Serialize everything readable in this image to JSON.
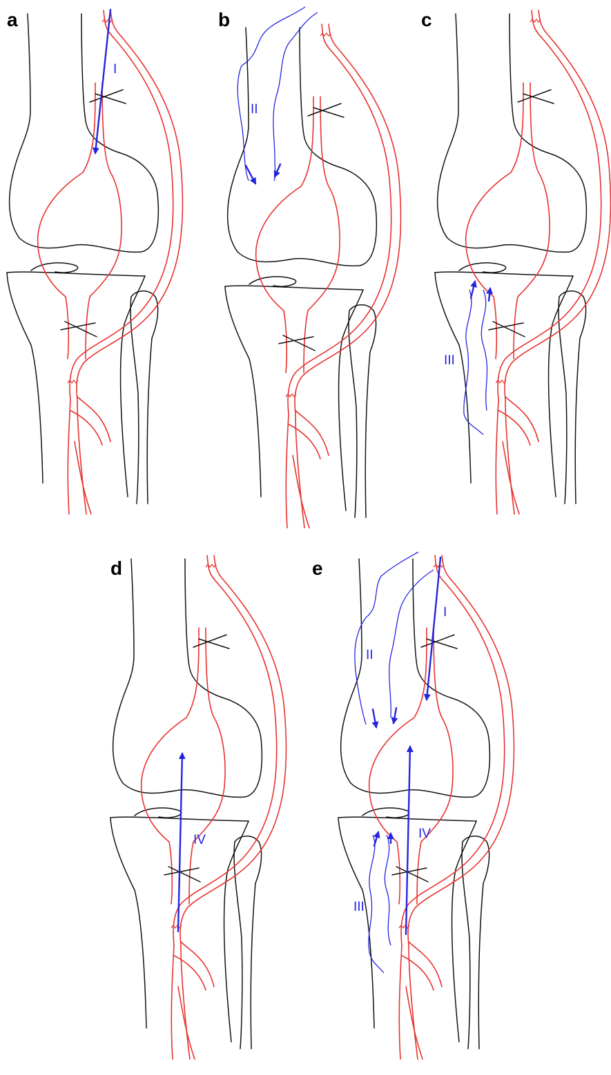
{
  "colors": {
    "vessel": "#e8312e",
    "flow": "#2424e0",
    "bone": "#111111",
    "background": "#ffffff"
  },
  "panels": [
    {
      "id": "a",
      "letter": "a",
      "routes": [
        {
          "label": "I"
        }
      ]
    },
    {
      "id": "b",
      "letter": "b",
      "routes": [
        {
          "label": "II"
        }
      ]
    },
    {
      "id": "c",
      "letter": "c",
      "routes": [
        {
          "label": "III"
        }
      ]
    },
    {
      "id": "d",
      "letter": "d",
      "routes": [
        {
          "label": "IV"
        }
      ]
    },
    {
      "id": "e",
      "letter": "e",
      "routes": [
        {
          "label": "I"
        },
        {
          "label": "II"
        },
        {
          "label": "III"
        },
        {
          "label": "IV"
        }
      ]
    }
  ]
}
